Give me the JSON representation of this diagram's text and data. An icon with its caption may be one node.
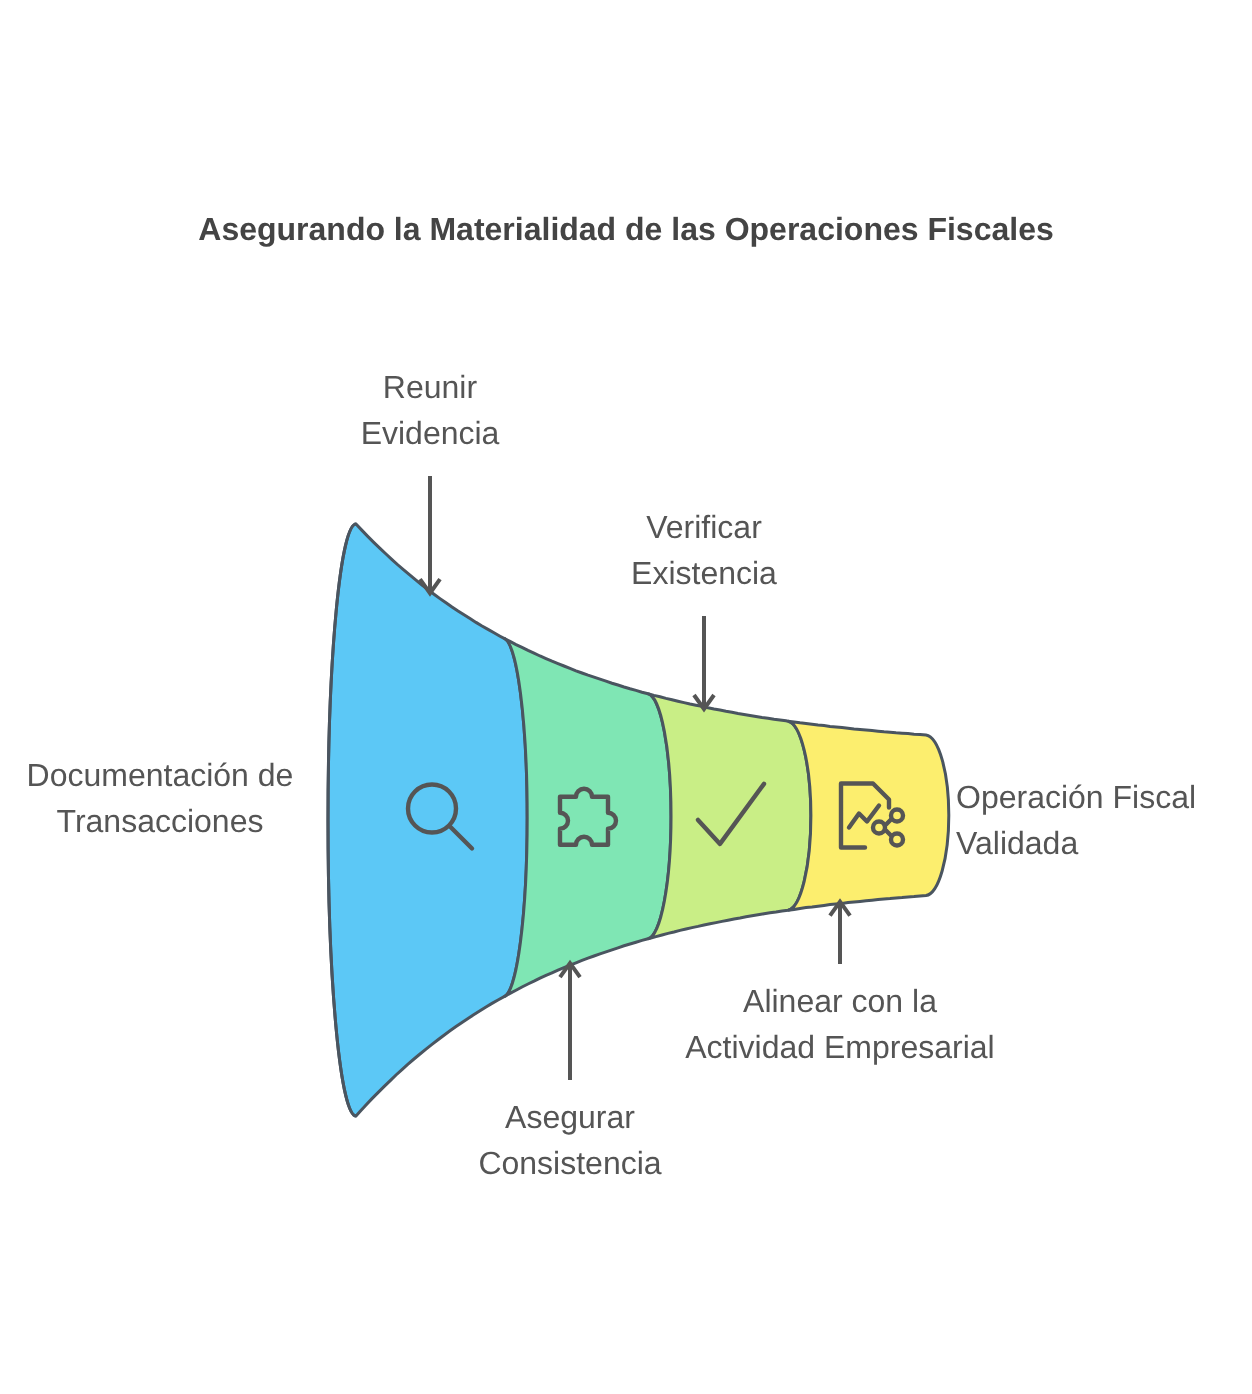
{
  "diagram": {
    "title": "Asegurando la Materialidad de las Operaciones Fiscales",
    "nodes": [
      {
        "text": [],
        "shape": "band",
        "beside": [
          "Documentación de Transacciones"
        ]
      },
      {
        "text": [],
        "shape": "band"
      },
      {
        "text": [],
        "shape": "band"
      },
      {
        "text": [],
        "shape": "band",
        "beside": [
          "Operación Fiscal Validada"
        ]
      },
      {
        "text": [
          "Reunir Evidencia"
        ]
      },
      {
        "text": [
          "Verificar Existencia"
        ]
      },
      {
        "text": [
          "Asegurar Consistencia"
        ]
      },
      {
        "text": [
          "Alinear con la Actividad Empresarial"
        ]
      }
    ],
    "edges": [
      {
        "from": 4,
        "to": 0,
        "arrow": "to"
      },
      {
        "from": 5,
        "to": 2,
        "arrow": "to"
      },
      {
        "from": 6,
        "to": 1,
        "arrow": "to"
      },
      {
        "from": 7,
        "to": 3,
        "arrow": "to"
      }
    ]
  }
}
